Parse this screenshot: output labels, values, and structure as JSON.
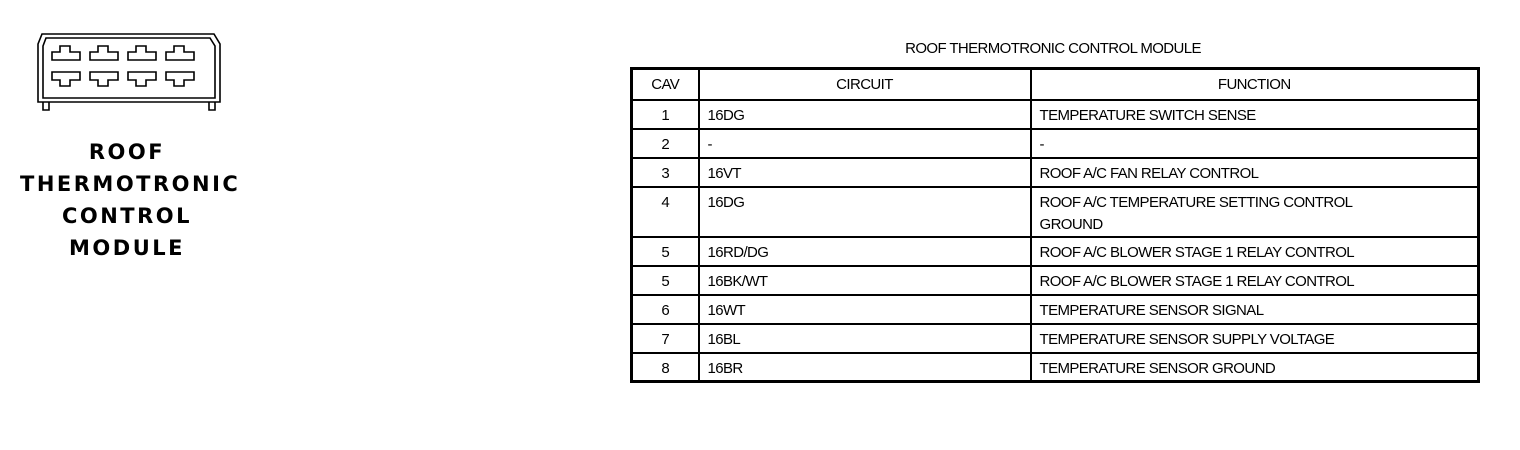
{
  "module_label": [
    "ROOF",
    "THERMOTRONIC",
    "CONTROL",
    "MODULE"
  ],
  "table": {
    "title": "ROOF THERMOTRONIC CONTROL MODULE",
    "headers": {
      "cav": "CAV",
      "circuit": "CIRCUIT",
      "function": "FUNCTION"
    },
    "rows": [
      {
        "cav": "1",
        "circuit": "16DG",
        "function": "TEMPERATURE SWITCH SENSE"
      },
      {
        "cav": "2",
        "circuit": "-",
        "function": "-"
      },
      {
        "cav": "3",
        "circuit": "16VT",
        "function": "ROOF A/C FAN RELAY CONTROL"
      },
      {
        "cav": "4",
        "circuit": "16DG",
        "function": "ROOF A/C TEMPERATURE SETTING CONTROL GROUND"
      },
      {
        "cav": "5",
        "circuit": "16RD/DG",
        "function": "ROOF A/C BLOWER STAGE 1 RELAY CONTROL"
      },
      {
        "cav": "5",
        "circuit": "16BK/WT",
        "function": "ROOF A/C BLOWER STAGE 1 RELAY CONTROL"
      },
      {
        "cav": "6",
        "circuit": "16WT",
        "function": "TEMPERATURE SENSOR SIGNAL"
      },
      {
        "cav": "7",
        "circuit": "16BL",
        "function": "TEMPERATURE SENSOR SUPPLY VOLTAGE"
      },
      {
        "cav": "8",
        "circuit": "16BR",
        "function": "TEMPERATURE SENSOR GROUND"
      }
    ]
  }
}
